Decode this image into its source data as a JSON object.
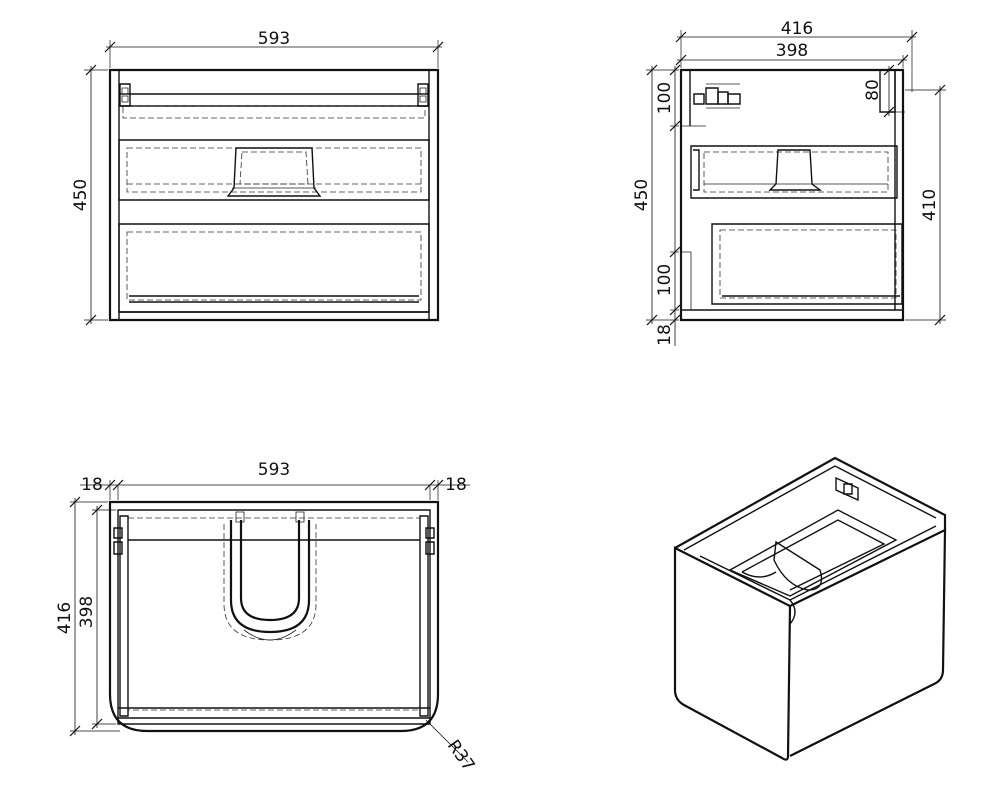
{
  "front_view": {
    "width_label": "593",
    "height_label": "450"
  },
  "side_view": {
    "overall_depth_label": "416",
    "inner_depth_label": "398",
    "top_rail_label": "100",
    "top_right_label": "80",
    "overall_height_label": "450",
    "right_height_label": "410",
    "bottom_rail_label": "100",
    "base_label": "18"
  },
  "top_view": {
    "width_label": "593",
    "left_panel_label": "18",
    "right_panel_label": "18",
    "outer_depth_label": "416",
    "inner_depth_label": "398",
    "radius_label": "R37"
  }
}
